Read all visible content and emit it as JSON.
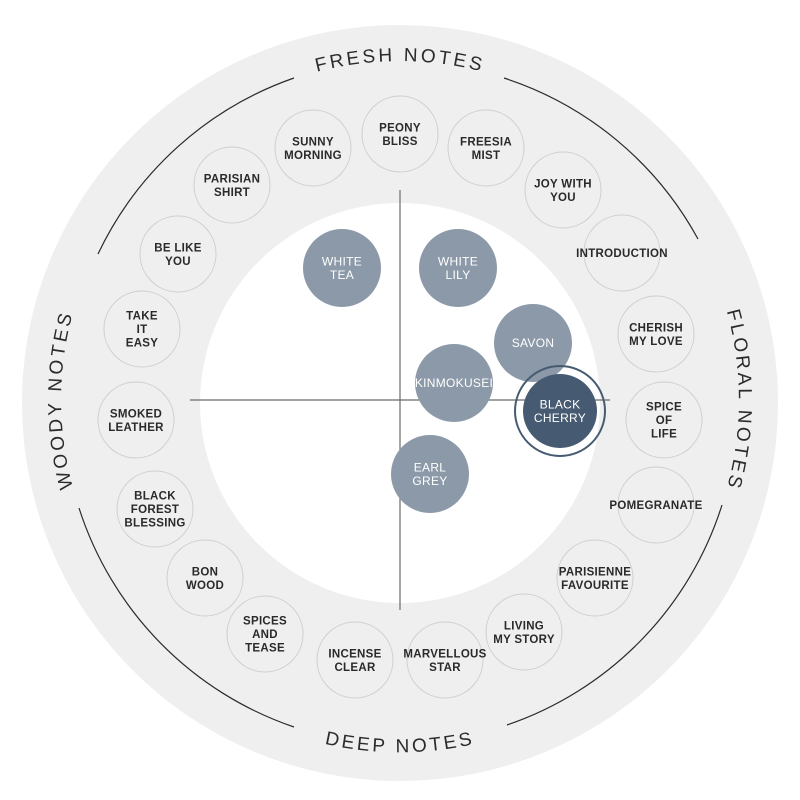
{
  "sections": {
    "fresh": "FRESH NOTES",
    "floral": "FLORAL NOTES",
    "deep": "DEEP NOTES",
    "woody": "WOODY NOTES"
  },
  "notes": [
    {
      "id": "peony-bliss",
      "lines": [
        "PEONY",
        "BLISS"
      ]
    },
    {
      "id": "freesia-mist",
      "lines": [
        "FREESIA",
        "MIST"
      ]
    },
    {
      "id": "joy-with-you",
      "lines": [
        "JOY WITH",
        "YOU"
      ]
    },
    {
      "id": "introduction",
      "lines": [
        "INTRODUCTION"
      ]
    },
    {
      "id": "cherish-my-love",
      "lines": [
        "CHERISH",
        "MY LOVE"
      ]
    },
    {
      "id": "spice-of-life",
      "lines": [
        "SPICE",
        "OF",
        "LIFE"
      ]
    },
    {
      "id": "pomegranate",
      "lines": [
        "POMEGRANATE"
      ]
    },
    {
      "id": "parisienne-favourite",
      "lines": [
        "PARISIENNE",
        "FAVOURITE"
      ]
    },
    {
      "id": "living-my-story",
      "lines": [
        "LIVING",
        "MY STORY"
      ]
    },
    {
      "id": "marvellous-star",
      "lines": [
        "MARVELLOUS",
        "STAR"
      ]
    },
    {
      "id": "incense-clear",
      "lines": [
        "INCENSE",
        "CLEAR"
      ]
    },
    {
      "id": "spices-and-tease",
      "lines": [
        "SPICES",
        "AND",
        "TEASE"
      ]
    },
    {
      "id": "bon-wood",
      "lines": [
        "BON",
        "WOOD"
      ]
    },
    {
      "id": "black-forest-blessing",
      "lines": [
        "BLACK",
        "FOREST",
        "BLESSING"
      ]
    },
    {
      "id": "smoked-leather",
      "lines": [
        "SMOKED",
        "LEATHER"
      ]
    },
    {
      "id": "take-it-easy",
      "lines": [
        "TAKE",
        "IT",
        "EASY"
      ]
    },
    {
      "id": "be-like-you",
      "lines": [
        "BE LIKE",
        "YOU"
      ]
    },
    {
      "id": "parisian-shirt",
      "lines": [
        "PARISIAN",
        "SHIRT"
      ]
    },
    {
      "id": "sunny-morning",
      "lines": [
        "SUNNY",
        "MORNING"
      ]
    }
  ],
  "bubbles": [
    {
      "id": "white-tea",
      "lines": [
        "WHITE",
        "TEA"
      ],
      "selected": false
    },
    {
      "id": "white-lily",
      "lines": [
        "WHITE",
        "LILY"
      ],
      "selected": false
    },
    {
      "id": "savon",
      "lines": [
        "SAVON"
      ],
      "selected": false
    },
    {
      "id": "kinmokusei",
      "lines": [
        "KINMOKUSEI"
      ],
      "selected": false
    },
    {
      "id": "black-cherry",
      "lines": [
        "BLACK",
        "CHERRY"
      ],
      "selected": true
    },
    {
      "id": "earl-grey",
      "lines": [
        "EARL",
        "GREY"
      ],
      "selected": false
    }
  ]
}
